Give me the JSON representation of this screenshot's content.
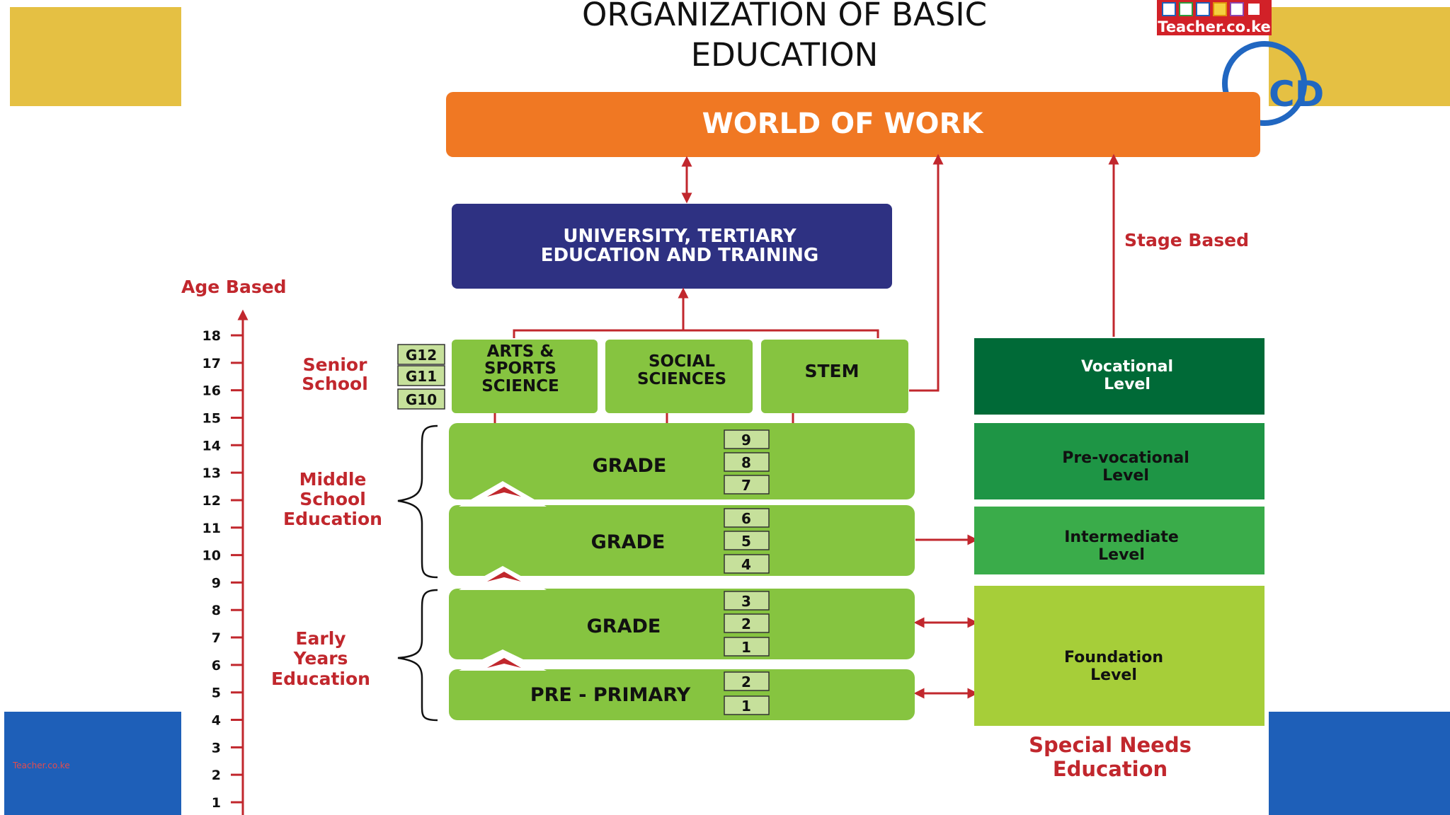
{
  "title_lines": [
    "ORGANIZATION OF BASIC",
    "EDUCATION"
  ],
  "logo_text": "Teacher.co.ke",
  "corner_logo_text": "CD",
  "watermark_text": "Teacher.co.ke",
  "world_of_work": "WORLD OF WORK",
  "university_lines": [
    "UNIVERSITY, TERTIARY",
    "EDUCATION AND TRAINING"
  ],
  "age_axis_label": "Age Based",
  "stage_label": "Stage Based",
  "ages": [
    "18",
    "17",
    "16",
    "15",
    "14",
    "13",
    "12",
    "11",
    "10",
    "9",
    "8",
    "7",
    "6",
    "5",
    "4",
    "3",
    "2",
    "1"
  ],
  "stages": {
    "senior": [
      "Senior",
      "School"
    ],
    "middle": [
      "Middle",
      "School",
      "Education"
    ],
    "early": [
      "Early",
      "Years",
      "Education"
    ]
  },
  "senior_grades": [
    "G12",
    "G11",
    "G10"
  ],
  "pathways": [
    {
      "lines": [
        "ARTS &",
        "SPORTS",
        "SCIENCE"
      ]
    },
    {
      "lines": [
        "SOCIAL",
        "SCIENCES"
      ]
    },
    {
      "lines": [
        "STEM"
      ]
    }
  ],
  "grade_bands": [
    {
      "label": "GRADE",
      "numbers": [
        "9",
        "8",
        "7"
      ]
    },
    {
      "label": "GRADE",
      "numbers": [
        "6",
        "5",
        "4"
      ]
    },
    {
      "label": "GRADE",
      "numbers": [
        "3",
        "2",
        "1"
      ]
    },
    {
      "label": "PRE - PRIMARY",
      "numbers": [
        "2",
        "1"
      ]
    }
  ],
  "levels": [
    {
      "lines": [
        "Vocational",
        "Level"
      ]
    },
    {
      "lines": [
        "Pre-vocational",
        "Level"
      ]
    },
    {
      "lines": [
        "Intermediate",
        "Level"
      ]
    },
    {
      "lines": [
        "Foundation",
        "Level"
      ]
    }
  ],
  "special_needs_lines": [
    "Special Needs",
    "Education"
  ],
  "colors": {
    "orange": "#F07823",
    "navy": "#2E3182",
    "green": "#86C440",
    "dark_green": "#006A37",
    "mid_green": "#1E9545",
    "light_green": "#3AAC4A",
    "lime": "#A6CE39",
    "red": "#C1272D",
    "grade_box": "#C6E09B"
  }
}
